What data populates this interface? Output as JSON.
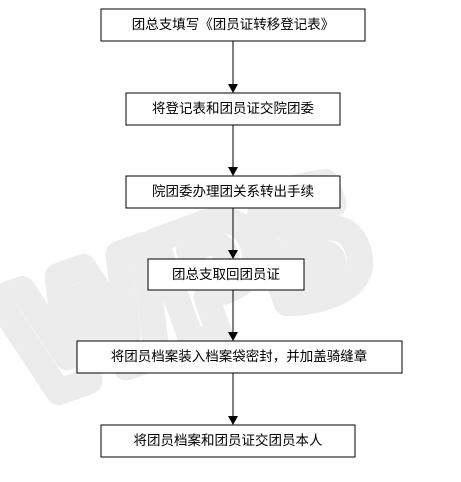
{
  "watermark": {
    "text": "WPS",
    "color": "#ececec"
  },
  "colors": {
    "box_border": "#000000",
    "arrow": "#000000",
    "text": "#000000",
    "background": "#ffffff"
  },
  "steps": [
    {
      "id": "step-1",
      "label": "团总支填写《团员证转移登记表》"
    },
    {
      "id": "step-2",
      "label": "将登记表和团员证交院团委"
    },
    {
      "id": "step-3",
      "label": "院团委办理团关系转出手续"
    },
    {
      "id": "step-4",
      "label": "团总支取回团员证"
    },
    {
      "id": "step-5",
      "label": "将团员档案装入档案袋密封，并加盖骑缝章"
    },
    {
      "id": "step-6",
      "label": "将团员档案和团员证交团员本人"
    }
  ]
}
